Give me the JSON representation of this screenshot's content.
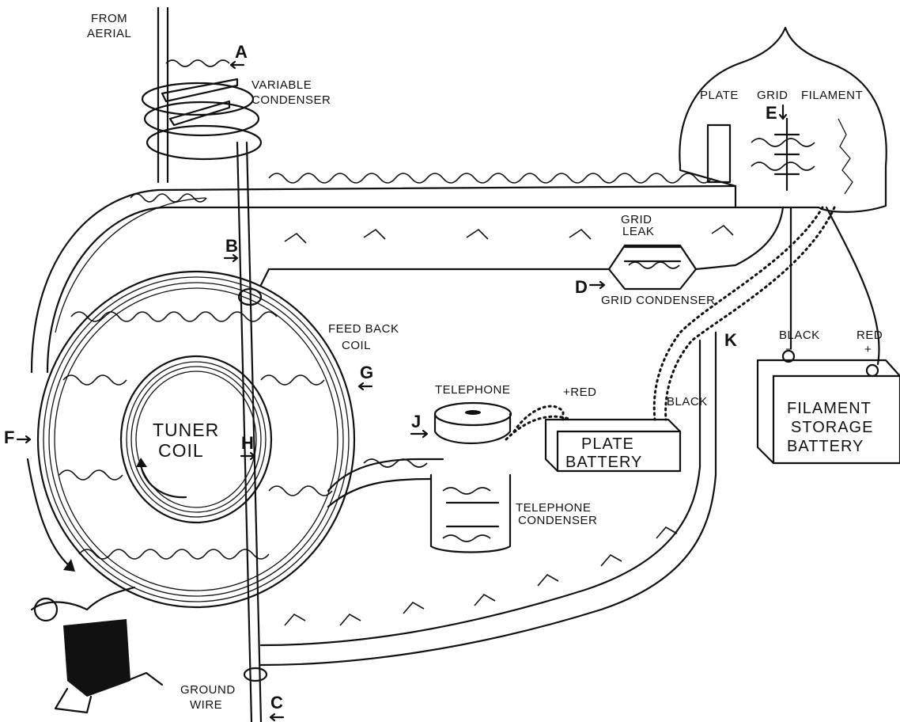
{
  "labels": {
    "from_aerial": [
      "FROM",
      "AERIAL"
    ],
    "variable_condenser": [
      "VARIABLE",
      "CONDENSER"
    ],
    "plate": "PLATE",
    "grid": "GRID",
    "filament": "FILAMENT",
    "grid_leak": [
      "GRID",
      "LEAK"
    ],
    "grid_condenser": "GRID CONDENSER",
    "feed_back_coil": [
      "FEED BACK",
      "COIL"
    ],
    "tuner_coil": [
      "TUNER",
      "COIL"
    ],
    "telephone": "TELEPHONE",
    "telephone_condenser": [
      "TELEPHONE",
      "CONDENSER"
    ],
    "plate_battery": [
      "PLATE",
      "BATTERY"
    ],
    "plate_plus_red": "+RED",
    "plate_black": "BLACK",
    "filament_black": "BLACK",
    "filament_minus": "−",
    "filament_red": "RED",
    "filament_plus": "+",
    "filament_storage_battery": [
      "FILAMENT",
      "STORAGE",
      "BATTERY"
    ],
    "ground_wire": [
      "GROUND",
      "WIRE"
    ]
  },
  "markers": {
    "A": "A",
    "B": "B",
    "C": "C",
    "D": "D",
    "E": "E",
    "F": "F",
    "G": "G",
    "H": "H",
    "J": "J",
    "K": "K"
  },
  "colors": {
    "ink": "#111111",
    "paper": "#ffffff"
  }
}
